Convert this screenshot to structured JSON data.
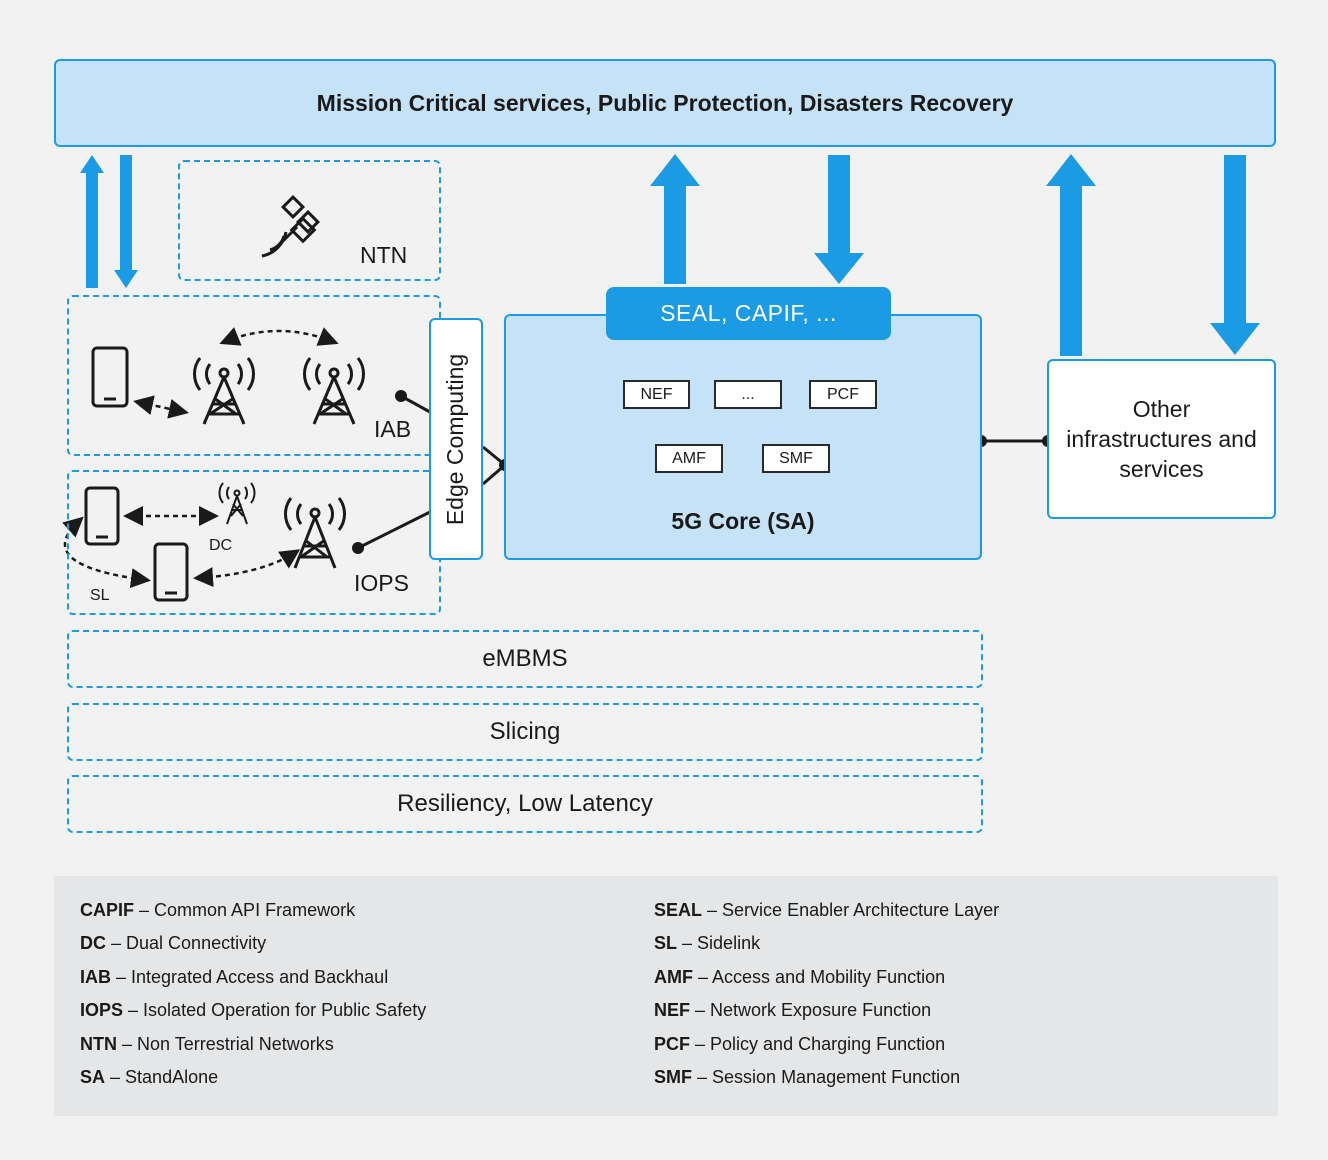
{
  "banner": "Mission Critical services, Public Protection, Disasters Recovery",
  "ntn_label": "NTN",
  "iab_label": "IAB",
  "dc_label": "DC",
  "sl_label": "SL",
  "iops_label": "IOPS",
  "edge_computing": "Edge Computing",
  "seal_capif": "SEAL, CAPIF, ...",
  "core": {
    "title": "5G Core (SA)",
    "functions": {
      "nef": "NEF",
      "dots": "...",
      "pcf": "PCF",
      "amf": "AMF",
      "smf": "SMF"
    }
  },
  "other": "Other infrastructures and services",
  "layers": {
    "embms": "eMBMS",
    "slicing": "Slicing",
    "resiliency": "Resiliency, Low Latency"
  },
  "legend": {
    "left": [
      {
        "abbr": "CAPIF",
        "desc": "– Common API Framework"
      },
      {
        "abbr": "DC",
        "desc": "– Dual Connectivity"
      },
      {
        "abbr": "IAB",
        "desc": "– Integrated Access and Backhaul"
      },
      {
        "abbr": "IOPS",
        "desc": "– Isolated Operation for Public Safety"
      },
      {
        "abbr": "NTN",
        "desc": "– Non Terrestrial Networks"
      },
      {
        "abbr": "SA",
        "desc": "– StandAlone"
      }
    ],
    "right": [
      {
        "abbr": "SEAL",
        "desc": "– Service Enabler Architecture Layer"
      },
      {
        "abbr": "SL",
        "desc": "– Sidelink"
      },
      {
        "abbr": "AMF",
        "desc": "– Access and Mobility Function"
      },
      {
        "abbr": "NEF",
        "desc": "– Network Exposure Function"
      },
      {
        "abbr": "PCF",
        "desc": "– Policy and Charging Function"
      },
      {
        "abbr": "SMF",
        "desc": "– Session Management Function"
      }
    ]
  },
  "colors": {
    "accent": "#1a9be3",
    "light_fill": "#c6e2f6",
    "background": "#f2f2f2",
    "legend_bg": "#e5e6e7"
  }
}
